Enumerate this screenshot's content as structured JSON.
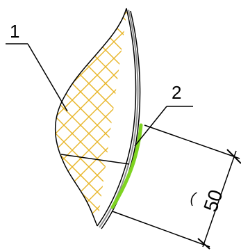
{
  "diagram": {
    "callouts": [
      {
        "label": "1"
      },
      {
        "label": "2"
      }
    ],
    "dimension": {
      "value": "50",
      "prefix_symbol": "⌒"
    },
    "colors": {
      "line": "#000000",
      "hatch": "#e8b62a",
      "highlight": "#7ed321",
      "wall": "#9a9a9a",
      "background": "#ffffff"
    }
  }
}
